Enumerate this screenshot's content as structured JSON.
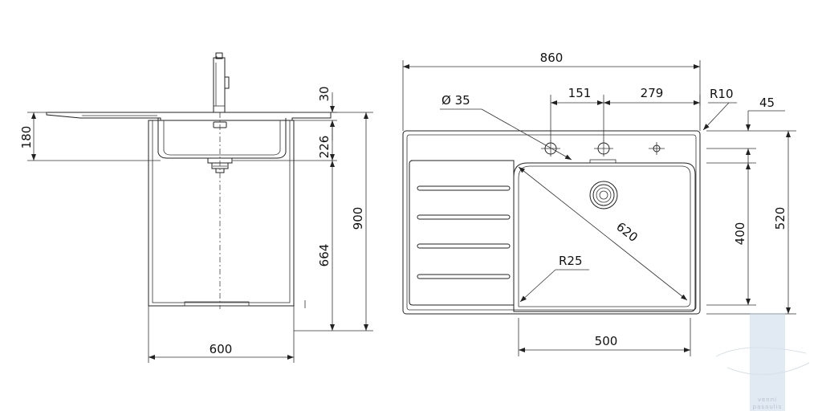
{
  "side_view": {
    "dim_deck": "30",
    "dim_bowl_depth": "226",
    "dim_below": "664",
    "dim_total_height": "900",
    "dim_left_depth": "180",
    "dim_cabinet_width": "600"
  },
  "top_view": {
    "dim_total_width": "860",
    "dim_hole_spacing_1": "151",
    "dim_hole_spacing_2": "279",
    "dim_hole_diameter": "Ø 35",
    "dim_corner_radius_outer": "R10",
    "dim_edge": "45",
    "dim_bowl_height": "400",
    "dim_total_depth": "520",
    "dim_diagonal": "620",
    "dim_corner_radius_inner": "R25",
    "dim_bowl_width": "500"
  },
  "watermark": {
    "line1": "venni",
    "line2": "pasaulis"
  }
}
